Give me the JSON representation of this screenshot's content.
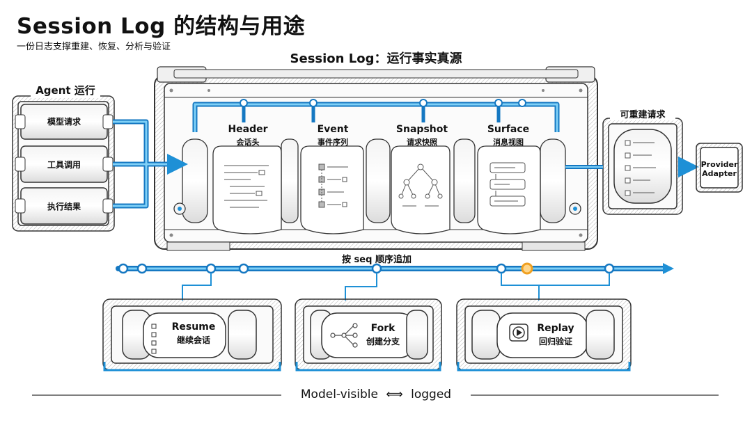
{
  "header": {
    "title": "Session Log 的结构与用途",
    "subtitle": "一份日志支撑重建、恢复、分析与验证"
  },
  "main_machine": {
    "title": "Session Log：运行事实真源",
    "stages": [
      {
        "title": "Header",
        "subtitle": "会话头",
        "icon": "code-lines-icon"
      },
      {
        "title": "Event",
        "subtitle": "事件序列",
        "icon": "event-list-icon"
      },
      {
        "title": "Snapshot",
        "subtitle": "请求快照",
        "icon": "tree-icon"
      },
      {
        "title": "Surface",
        "subtitle": "消息视图",
        "icon": "message-flow-icon"
      }
    ]
  },
  "agent_panel": {
    "title": "Agent 运行",
    "items": [
      "模型请求",
      "工具调用",
      "执行结果"
    ]
  },
  "rebuild_panel": {
    "title": "可重建请求",
    "target": "Provider\nAdapter",
    "target_line1": "Provider",
    "target_line2": "Adapter"
  },
  "timeline": {
    "label": "按 seq 顺序追加"
  },
  "uses": [
    {
      "title": "Resume",
      "subtitle": "继续会话",
      "icon": "checklist-icon"
    },
    {
      "title": "Fork",
      "subtitle": "创建分支",
      "icon": "branch-icon"
    },
    {
      "title": "Replay",
      "subtitle": "回归验证",
      "icon": "play-icon"
    }
  ],
  "footer": {
    "left": "Model-visible",
    "arrow": "⟺",
    "right": "logged"
  },
  "colors": {
    "pipe": "#2aa7e6",
    "pipe_dark": "#1578c2",
    "highlight": "#f0a020",
    "line": "#333333"
  }
}
